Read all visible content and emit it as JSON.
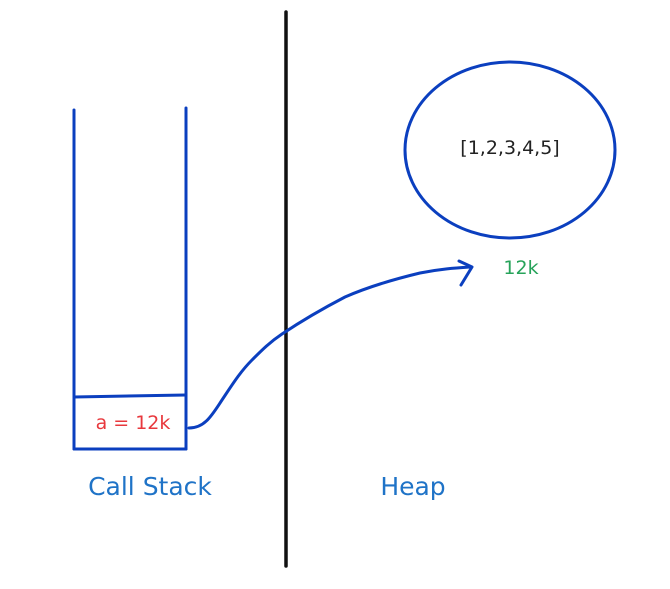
{
  "colors": {
    "stroke_blue": "#0b3fbf",
    "label_blue": "#1f73c7",
    "divider_black": "#111111",
    "var_red": "#e8383d",
    "address_green": "#27a35a",
    "text_dark": "#222222"
  },
  "call_stack": {
    "label": "Call Stack",
    "frame_text": "a = 12k"
  },
  "heap": {
    "label": "Heap",
    "object_value": "[1,2,3,4,5]",
    "address_label": "12k"
  }
}
